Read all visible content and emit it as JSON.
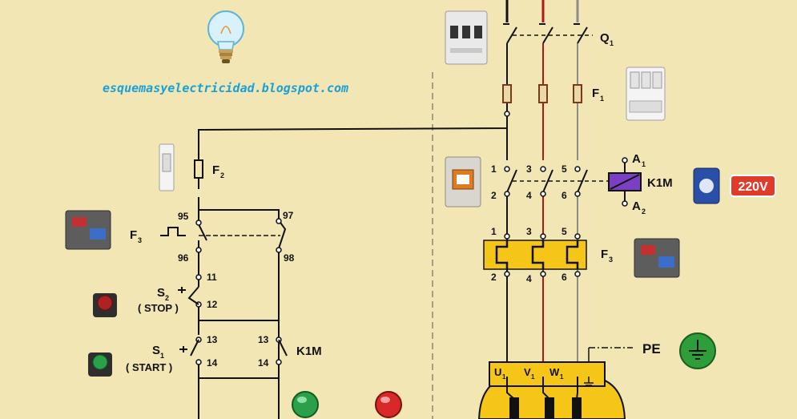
{
  "site": "esquemasyelectricidad.blogspot.com",
  "labels": {
    "q1": "Q",
    "q1_sub": "1",
    "f1": "F",
    "f1_sub": "1",
    "f2": "F",
    "f2_sub": "2",
    "f3_ctrl": "F",
    "f3_ctrl_sub": "3",
    "f3_power": "F",
    "f3_power_sub": "3",
    "k1m_coil": "K1M",
    "k1m_aux": "K1M",
    "a1": "A",
    "a1_sub": "1",
    "a2": "A",
    "a2_sub": "2",
    "pe": "PE",
    "s2": "S",
    "s2_sub": "2",
    "stop": "( STOP )",
    "s1": "S",
    "s1_sub": "1",
    "start": "( START )",
    "u1": "U",
    "u1_sub": "1",
    "v1": "V",
    "v1_sub": "1",
    "w1": "W",
    "w1_sub": "1",
    "voltage": "220V"
  },
  "terminals": {
    "t95": "95",
    "t96": "96",
    "t97": "97",
    "t98": "98",
    "t11": "11",
    "t12": "12",
    "t13a": "13",
    "t14a": "14",
    "t13b": "13",
    "t14b": "14",
    "c1": "1",
    "c3": "3",
    "c5": "5",
    "c2": "2",
    "c4": "4",
    "c6": "6",
    "r1": "1",
    "r3": "3",
    "r5": "5",
    "r2": "2",
    "r4": "4",
    "r6": "6"
  },
  "colors": {
    "background": "#f2e6b4",
    "wire": "#111111",
    "phase_red": "#b01818",
    "phase_gray": "#8c8c8c",
    "relay_yellow": "#f5c518",
    "coil_purple": "#7a3fc4",
    "badge_red": "#e03a2a",
    "ground_green": "#2e9e3a",
    "site_blue": "#1aa0d8"
  }
}
